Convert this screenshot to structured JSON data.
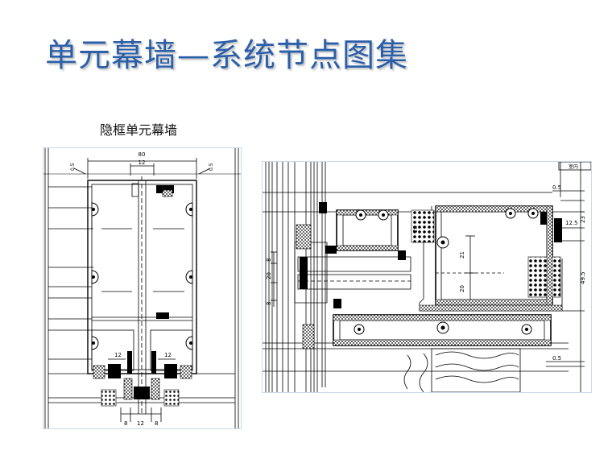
{
  "title": "单元幕墙—系统节点图集",
  "subtitle": "隐框单元幕墙",
  "left_detail": {
    "dims": {
      "top_width": "80",
      "mullion_gap": "12",
      "joint_left": "0.5",
      "joint_right": "0.5",
      "small_left": "12",
      "small_right": "12",
      "bottom_left": "8",
      "bottom_mid": "12",
      "bottom_right": "8"
    }
  },
  "right_detail": {
    "dims": {
      "top_right": "0.5",
      "d_12_5": "12.5",
      "d_23": "23",
      "d_49_5": "49.5",
      "d_21": "21",
      "d_20_inner": "20",
      "d_20_left": "20",
      "d_8_top": "8",
      "d_8_bottom": "8",
      "d_20_vert": "20",
      "bottom_right": "0.5",
      "corner_label": "室内"
    }
  },
  "colors": {
    "title": "#2b5fa9",
    "line": "#000000"
  }
}
